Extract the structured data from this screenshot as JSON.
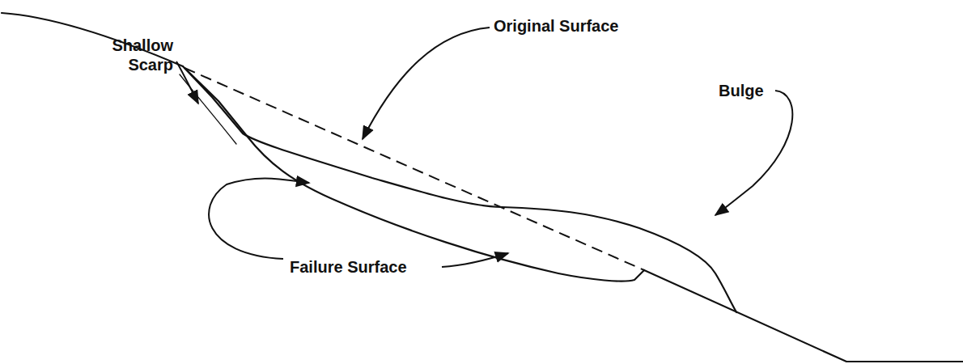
{
  "diagram": {
    "labels": [
      "Shallow Scarp",
      "Original Surface",
      "Bulge",
      "Failure Surface"
    ]
  }
}
